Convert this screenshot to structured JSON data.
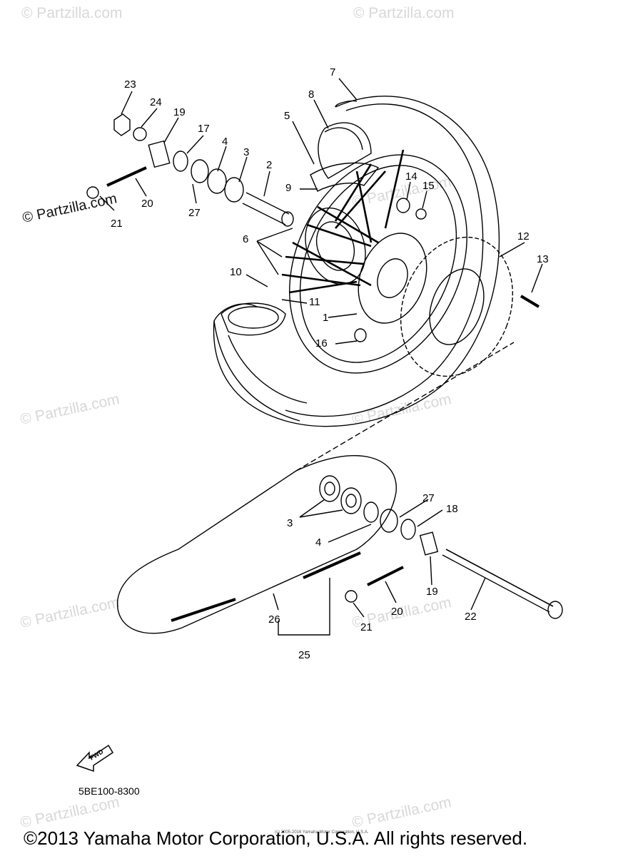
{
  "watermark_text": "Partzilla.com",
  "watermark_prefix": "©",
  "watermark_main": "© Partzilla.com",
  "part_numbers": [
    "1",
    "2",
    "3",
    "4",
    "5",
    "6",
    "7",
    "8",
    "9",
    "10",
    "11",
    "12",
    "13",
    "14",
    "15",
    "16",
    "17",
    "18",
    "19",
    "20",
    "21",
    "22",
    "23",
    "24",
    "25",
    "26",
    "27"
  ],
  "callouts_lower": {
    "c3": "3",
    "c4": "4",
    "c27": "27",
    "c18": "18",
    "c19": "19",
    "c20": "20",
    "c21": "21",
    "c22": "22",
    "c25": "25",
    "c26": "26"
  },
  "fwd_label": "FWD",
  "diagram_code": "5BE100-8300",
  "fine_print": "(c) 2005-2016 Yamaha Motor Corporation, U.S.A.",
  "copyright": "©2013 Yamaha Motor Corporation, U.S.A. All rights reserved.",
  "colors": {
    "line": "#000000",
    "watermark": "#d8d8d8"
  }
}
